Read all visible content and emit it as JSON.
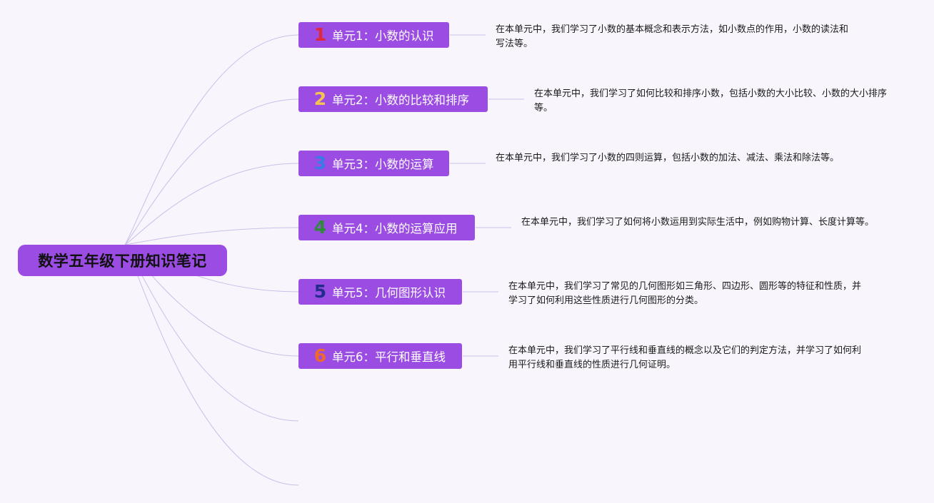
{
  "root": {
    "title": "数学五年级下册知识笔记"
  },
  "colors": {
    "accent": "#9b4de3",
    "branch_line": "#c9bfe9"
  },
  "topics": [
    {
      "number": "1",
      "number_color": "#e0283a",
      "label": "单元1：小数的认识",
      "note": "在本单元中，我们学习了小数的基本概念和表示方法，如小数点的作用，小数的读法和写法等。"
    },
    {
      "number": "2",
      "number_color": "#f5c151",
      "label": "单元2：小数的比较和排序",
      "note": "在本单元中，我们学习了如何比较和排序小数，包括小数的大小比较、小数的大小排序等。"
    },
    {
      "number": "3",
      "number_color": "#3a7ae6",
      "label": "单元3：小数的运算",
      "note": "在本单元中，我们学习了小数的四则运算，包括小数的加法、减法、乘法和除法等。"
    },
    {
      "number": "4",
      "number_color": "#2e8b3a",
      "label": "单元4：小数的运算应用",
      "note": "在本单元中，我们学习了如何将小数运用到实际生活中，例如购物计算、长度计算等。"
    },
    {
      "number": "5",
      "number_color": "#232c8c",
      "label": "单元5：几何图形认识",
      "note": "在本单元中，我们学习了常见的几何图形如三角形、四边形、圆形等的特征和性质，并学习了如何利用这些性质进行几何图形的分类。"
    },
    {
      "number": "6",
      "number_color": "#f0692c",
      "label": "单元6：平行和垂直线",
      "note": "在本单元中，我们学习了平行线和垂直线的概念以及它们的判定方法，并学习了如何利用平行线和垂直线的性质进行几何证明。"
    }
  ]
}
